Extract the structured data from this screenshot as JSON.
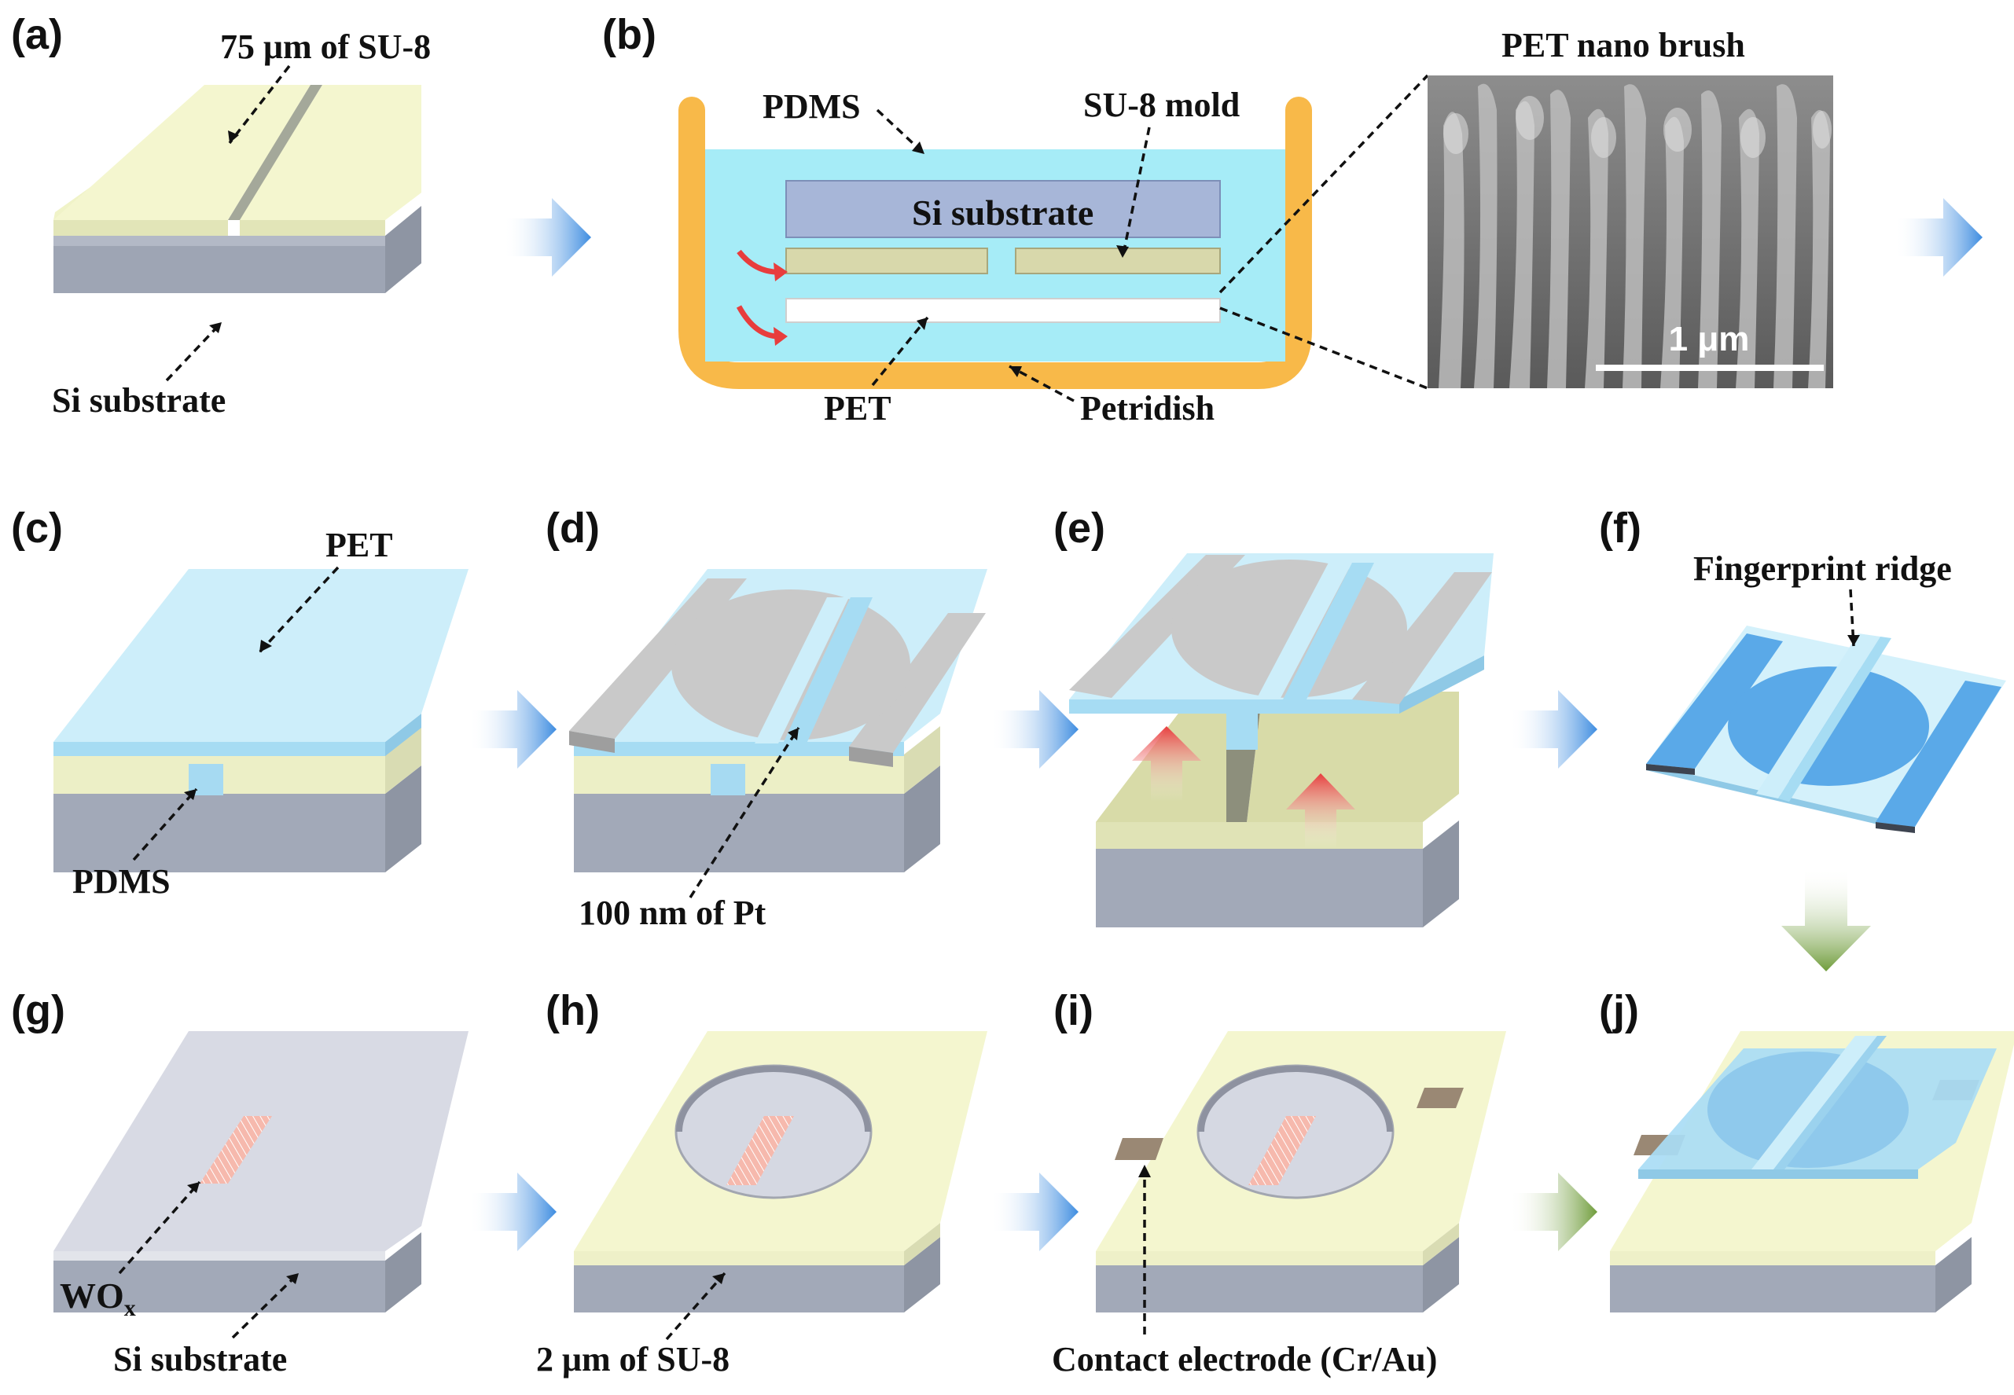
{
  "panels": {
    "a": {
      "letter": "(a)",
      "label_top": "75 μm of SU-8",
      "label_bottom": "Si substrate"
    },
    "b": {
      "letter": "(b)",
      "label_pdms": "PDMS",
      "label_mold": "SU-8 mold",
      "label_si": "Si substrate",
      "label_pet": "PET",
      "label_petri": "Petridish",
      "sem_title": "PET nano brush",
      "sem_scale": "1 μm"
    },
    "c": {
      "letter": "(c)",
      "label_top": "PET",
      "label_bottom": "PDMS"
    },
    "d": {
      "letter": "(d)",
      "label_bottom": "100 nm of Pt"
    },
    "e": {
      "letter": "(e)"
    },
    "f": {
      "letter": "(f)",
      "label_top": "Fingerprint ridge"
    },
    "g": {
      "letter": "(g)",
      "label_wox": "WO",
      "label_wox_sub": "x",
      "label_bottom": "Si substrate"
    },
    "h": {
      "letter": "(h)",
      "label_bottom": "2 μm of SU-8"
    },
    "i": {
      "letter": "(i)",
      "label_bottom": "Contact electrode (Cr/Au)"
    },
    "j": {
      "letter": "(j)"
    }
  },
  "colors": {
    "su8": "#f4f6cf",
    "si_side": "#a7adbb",
    "pet": "#cdeefa",
    "pdms_bath": "#a6ecf7",
    "petri": "#f8b949",
    "pt": "#c8c8c8",
    "arrow_blue": "#3d8ce0",
    "arrow_green": "#6f9c3a",
    "arrow_red": "#e83d3d",
    "wox": "#f6b9ad",
    "electrode": "#9a8874",
    "ridge_blue": "#5aa9e8"
  }
}
